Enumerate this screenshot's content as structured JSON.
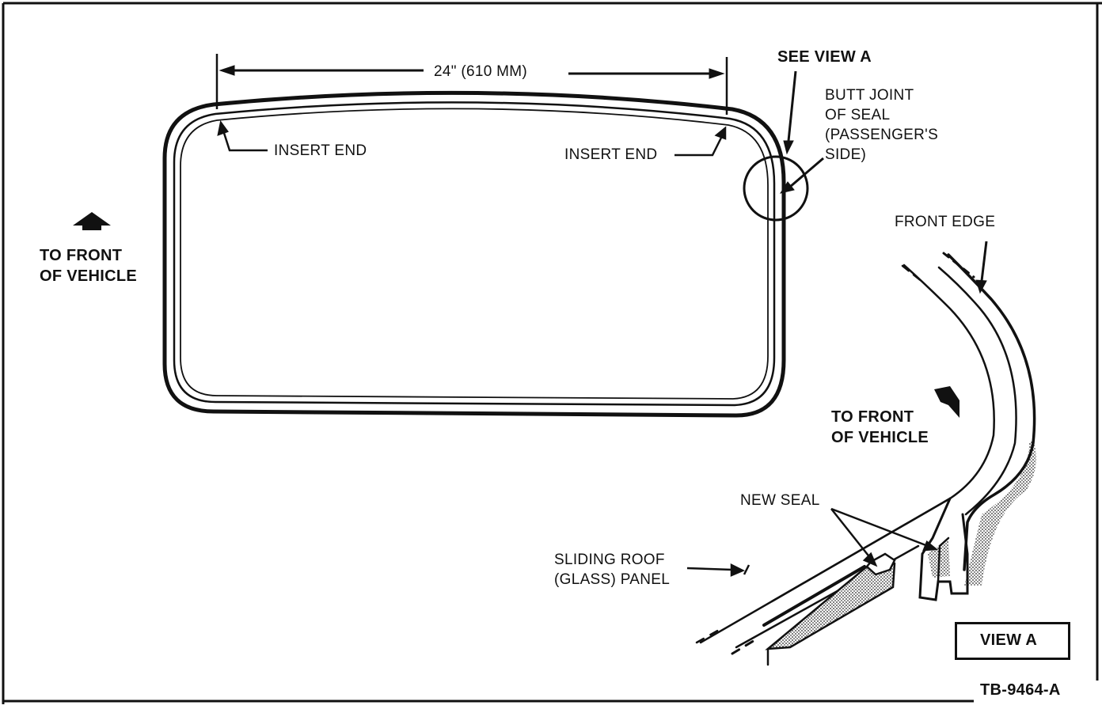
{
  "dimension": "24\" (610 MM)",
  "see_view": "SEE VIEW A",
  "butt_joint": [
    "BUTT JOINT",
    "OF SEAL",
    "(PASSENGER'S",
    "SIDE)"
  ],
  "insert_end_left": "INSERT END",
  "insert_end_right": "INSERT END",
  "front_left": [
    "TO FRONT",
    "OF VEHICLE"
  ],
  "front_right": [
    "TO FRONT",
    "OF VEHICLE"
  ],
  "front_edge": "FRONT EDGE",
  "new_seal": "NEW SEAL",
  "sliding_roof": [
    "SLIDING ROOF",
    "(GLASS) PANEL"
  ],
  "view_a": "VIEW A",
  "figure_id": "TB-9464-A"
}
